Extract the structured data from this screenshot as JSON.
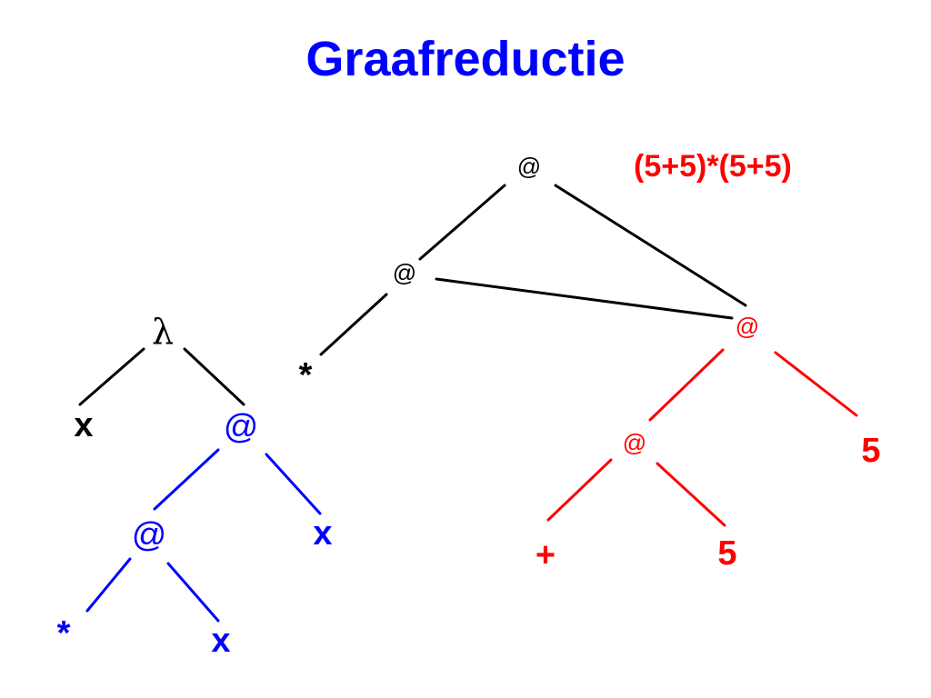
{
  "title": "Graafreductie",
  "expression": "(5+5)*(5+5)",
  "colors": {
    "title": "#0000ff",
    "black": "#000000",
    "blue": "#0000ff",
    "red": "#ff0000"
  },
  "left_tree": {
    "lambda": "λ",
    "param": "x",
    "app_root": "@",
    "app_inner": "@",
    "arg": "x",
    "operator": "*",
    "operand": "x"
  },
  "main_graph": {
    "root": "@",
    "app_inner": "@",
    "operator": "*",
    "shared_app": "@",
    "shared_inner_app": "@",
    "shared_operator": "+",
    "shared_arg_left": "5",
    "shared_arg_right": "5"
  }
}
